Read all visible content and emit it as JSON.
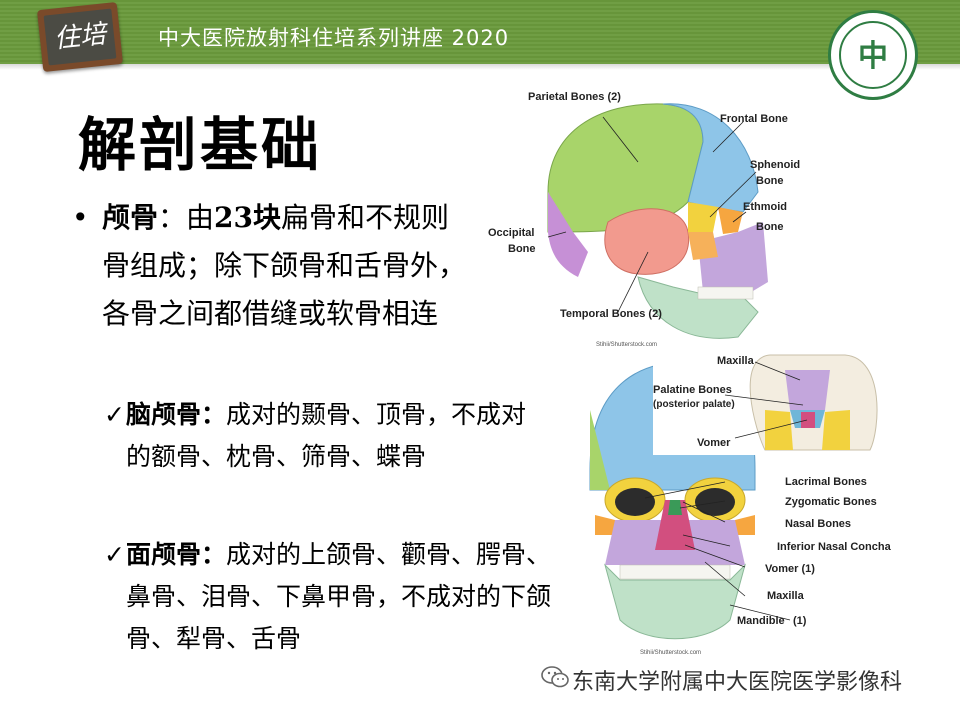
{
  "header": {
    "badge_text": "住培",
    "banner_title": "中大医院放射科住培系列讲座 2020",
    "logo_mark": "中"
  },
  "slide": {
    "title": "解剖基础",
    "bullet": {
      "term": "颅骨",
      "text_a": "：由",
      "count": "23块",
      "text_b": "扁骨和不规则骨组成；除下颌骨和舌骨外，各骨之间都借缝或软骨相连"
    },
    "neurocranium": {
      "term": "脑颅骨：",
      "text": "成对的颞骨、顶骨，不成对的额骨、枕骨、筛骨、蝶骨"
    },
    "viscerocranium": {
      "term": "面颅骨：",
      "text": "成对的上颌骨、颧骨、腭骨、鼻骨、泪骨、下鼻甲骨，不成对的下颌骨、犁骨、舌骨"
    }
  },
  "figure_top": {
    "labels": {
      "parietal": "Parietal Bones (2)",
      "frontal": "Frontal Bone",
      "sphenoid_1": "Sphenoid",
      "sphenoid_2": "Bone",
      "ethmoid_1": "Ethmoid",
      "ethmoid_2": "Bone",
      "occipital_1": "Occipital",
      "occipital_2": "Bone",
      "temporal": "Temporal Bones (2)",
      "credit": "Stihii/Shutterstock.com"
    }
  },
  "figure_bottom": {
    "labels": {
      "maxilla_top": "Maxilla",
      "palatine_1": "Palatine Bones",
      "palatine_2": "(posterior palate)",
      "vomer_top": "Vomer",
      "lacrimal": "Lacrimal Bones",
      "zygomatic": "Zygomatic Bones",
      "nasal": "Nasal Bones",
      "inferior_nasal_concha": "Inferior Nasal Concha",
      "vomer": "Vomer (1)",
      "maxilla": "Maxilla",
      "mandible": "Mandible",
      "mandible_count": "(1)",
      "credit": "Stihii/Shutterstock.com"
    }
  },
  "footer": {
    "text": "东南大学附属中大医院医学影像科"
  },
  "colors": {
    "banner": "#6a9a3c",
    "parietal": "#a8d46a",
    "frontal": "#8ec5e8",
    "sphenoid": "#f2d23e",
    "ethmoid": "#f6a640",
    "occipital": "#c690d6",
    "temporal": "#f29a8e",
    "mandible": "#bfe1c8",
    "maxilla": "#c3a6dc"
  }
}
